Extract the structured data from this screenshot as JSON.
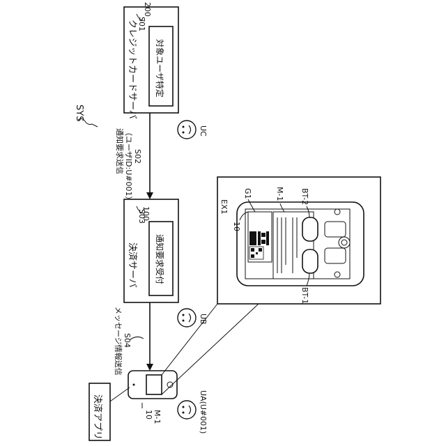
{
  "system_label": "SYS",
  "credit_server": {
    "ref": "200",
    "label": "クレジットカードサーバ",
    "step_ref": "S01",
    "step_label": "対象ユーザ特定"
  },
  "notify_request": {
    "line1": "通知要求送信",
    "line2": "（ユーザID:U#001）",
    "step_ref": "S02"
  },
  "payment_server": {
    "ref": "100",
    "label": "決済サーバ",
    "step_ref": "S03",
    "step_label": "通知要求受付"
  },
  "message_send": {
    "label": "メッセージ情報送信",
    "step_ref": "S04"
  },
  "app_label": "決済アプリ",
  "terminal": {
    "ref": "10",
    "message_ref": "M-1"
  },
  "users": {
    "uc": "UC",
    "ub": "UB",
    "ua": "UA(U#001)"
  },
  "example": {
    "ref": "EX1",
    "phone_ref": "10",
    "screen_ref": "G1",
    "message_ref": "M-1",
    "button1_ref": "BT-1",
    "button2_ref": "BT-2"
  }
}
